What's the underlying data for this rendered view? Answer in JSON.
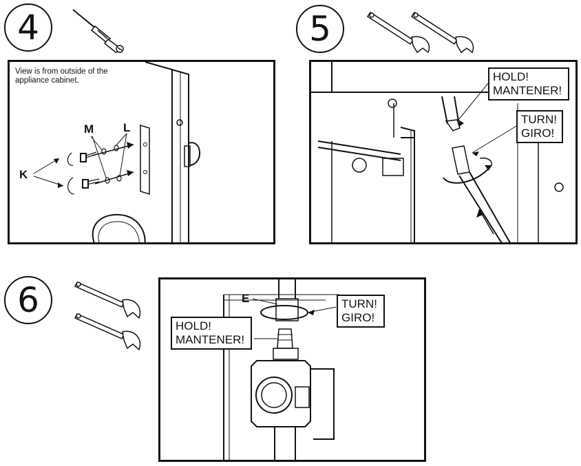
{
  "steps": [
    {
      "number": "4",
      "tool_icon": "screwdriver-icon",
      "caption": "View is from outside of the\nappliance cabinet.",
      "labels": {
        "k": "K",
        "m": "M",
        "l": "L"
      }
    },
    {
      "number": "5",
      "tool_icon": "adjustable-wrench-icon",
      "callouts": {
        "hold": "HOLD!\nMANTENER!",
        "turn": "TURN!\nGIRO!"
      }
    },
    {
      "number": "6",
      "tool_icon": "adjustable-wrench-icon",
      "labels": {
        "e": "E"
      },
      "callouts": {
        "hold": "HOLD!\nMANTENER!",
        "turn": "TURN!\nGIRO!"
      }
    }
  ]
}
